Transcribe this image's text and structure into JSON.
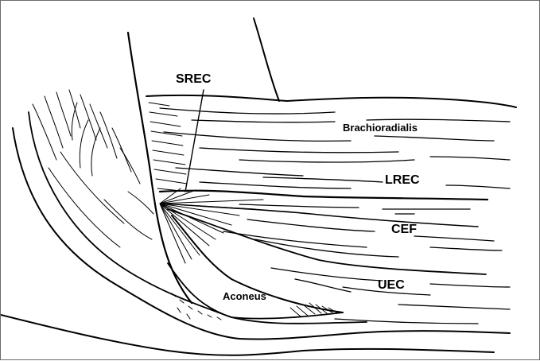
{
  "labels": {
    "srec": "SREC",
    "brachioradialis": "Brachioradialis",
    "lrec": "LREC",
    "cef": "CEF",
    "uec": "UEC",
    "aconeus": "Aconeus"
  },
  "colors": {
    "ink": "#000000",
    "border": "#6b6b6b",
    "background": "#ffffff"
  }
}
